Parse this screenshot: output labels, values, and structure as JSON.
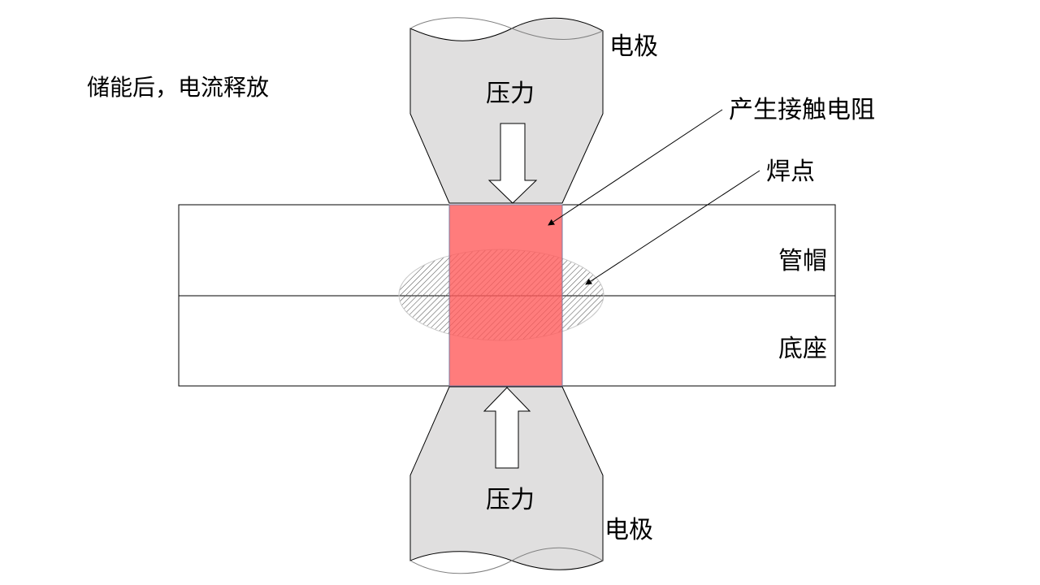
{
  "caption": "储能后，电流释放",
  "labels": {
    "electrode_top": "电极",
    "electrode_bottom": "电极",
    "pressure_top": "压力",
    "pressure_bottom": "压力",
    "contact_resistance": "产生接触电阻",
    "weld_spot": "焊点",
    "cap": "管帽",
    "base": "底座"
  },
  "colors": {
    "electrode_fill": "#e0dfdf",
    "contact_zone": "#ff7b7b",
    "outline": "#000000",
    "weld_hatch": "#555555"
  }
}
